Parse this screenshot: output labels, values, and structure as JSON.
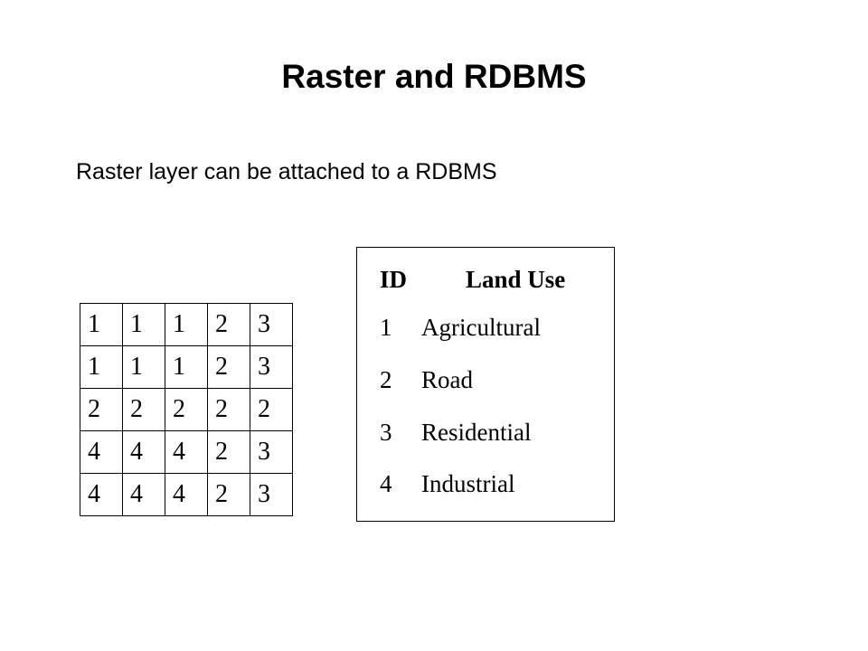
{
  "slide": {
    "title": "Raster and RDBMS",
    "subtitle": "Raster layer can be attached to a RDBMS"
  },
  "raster": {
    "rows": [
      [
        "1",
        "1",
        "1",
        "2",
        "3"
      ],
      [
        "1",
        "1",
        "1",
        "2",
        "3"
      ],
      [
        "2",
        "2",
        "2",
        "2",
        "2"
      ],
      [
        "4",
        "4",
        "4",
        "2",
        "3"
      ],
      [
        "4",
        "4",
        "4",
        "2",
        "3"
      ]
    ]
  },
  "lookup": {
    "headers": {
      "id": "ID",
      "use": "Land Use"
    },
    "rows": [
      {
        "id": "1",
        "use": "Agricultural"
      },
      {
        "id": "2",
        "use": "Road"
      },
      {
        "id": "3",
        "use": "Residential"
      },
      {
        "id": "4",
        "use": "Industrial"
      }
    ]
  }
}
